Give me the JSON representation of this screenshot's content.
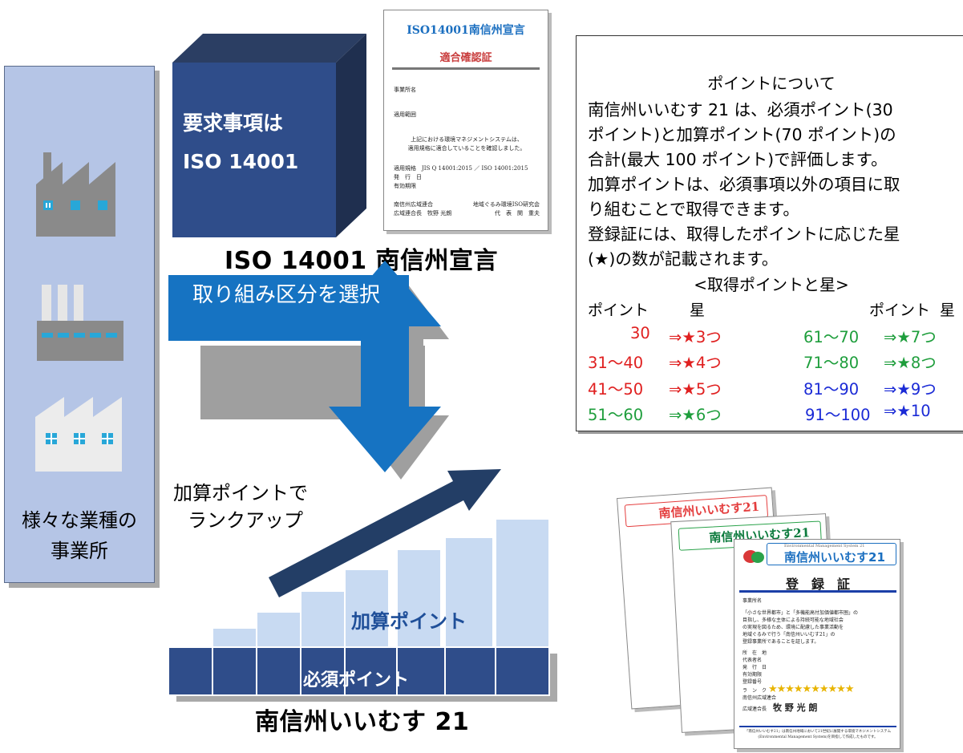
{
  "industry": {
    "label_line1": "様々な業種の",
    "label_line2": "事業所"
  },
  "iso": {
    "cube_line1": "要求事項は",
    "cube_line2": "ISO 14001",
    "caption": "ISO 14001 南信州宣言",
    "doc_title": "ISO14001南信州宣言",
    "doc_subtitle": "適合確認証",
    "doc_lines": [
      "事業所名",
      "適用範囲",
      "上記における環境マネジメントシステムは、",
      "適用規格に適合していることを確認しました。",
      "適用規格　JIS Q 14001:2015 ／ ISO 14001:2015",
      "発　行　日",
      "有効期限",
      "南信州広域連合",
      "地域ぐるみ環境ISO研究会",
      "広域連合長　牧野 光朗",
      "代　表　関　重夫"
    ]
  },
  "select_label": "取り組み区分を選択",
  "rankup": {
    "line1": "加算ポイントで",
    "line2": "ランクアップ"
  },
  "bars": {
    "add_label": "加算ポイント",
    "required_label": "必須ポイント"
  },
  "inmus_caption": "南信州いいむす 21",
  "points": {
    "title": "ポイントについて",
    "body": [
      "南信州いいむす 21 は、必須ポイント(30",
      "ポイント)と加算ポイント(70 ポイント)の",
      "合計(最大 100 ポイント)で評価します。",
      "加算ポイントは、必須事項以外の項目に取",
      "り組むことで取得できます。",
      "登録証には、取得したポイントに応じた星",
      "(★)の数が記載されます。"
    ],
    "subtitle": "<取得ポイントと星>",
    "header_point": "ポイント",
    "header_star": "星",
    "rows_left": [
      {
        "range": "30",
        "stars": "⇒★3つ",
        "color": "#e02020"
      },
      {
        "range": "31～40",
        "stars": "⇒★4つ",
        "color": "#e02020"
      },
      {
        "range": "41～50",
        "stars": "⇒★5つ",
        "color": "#e02020"
      },
      {
        "range": "51～60",
        "stars": "⇒★6つ",
        "color": "#1e9e3c"
      }
    ],
    "rows_right": [
      {
        "range": "61～70",
        "stars": "⇒★7つ",
        "color": "#1e9e3c"
      },
      {
        "range": "71～80",
        "stars": "⇒★8つ",
        "color": "#1e9e3c"
      },
      {
        "range": "81～90",
        "stars": "⇒★9つ",
        "color": "#1a2ad6"
      },
      {
        "range": "91～100",
        "stars": "⇒★10",
        "color": "#1a2ad6"
      }
    ]
  },
  "certificate": {
    "brand": "南信州いいむす21",
    "brand_en": "Environmental Management System 21",
    "title": "登　録　証",
    "lines": [
      "事業所名",
      "「小さな世界都市」と「多機能高付加価値都市圏」の",
      "目指し、多様な主体による持続可能な地域社会",
      "の実現を図るため、環境に配慮した事業活動を",
      "地域ぐるみで行う「南信州いいむす21」の",
      "登録事業所であることを証します。",
      "所　在　地",
      "代表者名",
      "発　行　日",
      "有効期限",
      "登録番号",
      "ラ　ン　ク",
      "南信州広域連合",
      "広域連合長"
    ],
    "stars": "★★★★★★★★★★",
    "signer": "牧 野 光 朗",
    "footer": "「南信州いいむす21」は南信州地域において21世紀に展開する環境マネジメントシステム",
    "footer2": "(Environmental Management System)を目指して作成したものです。"
  }
}
